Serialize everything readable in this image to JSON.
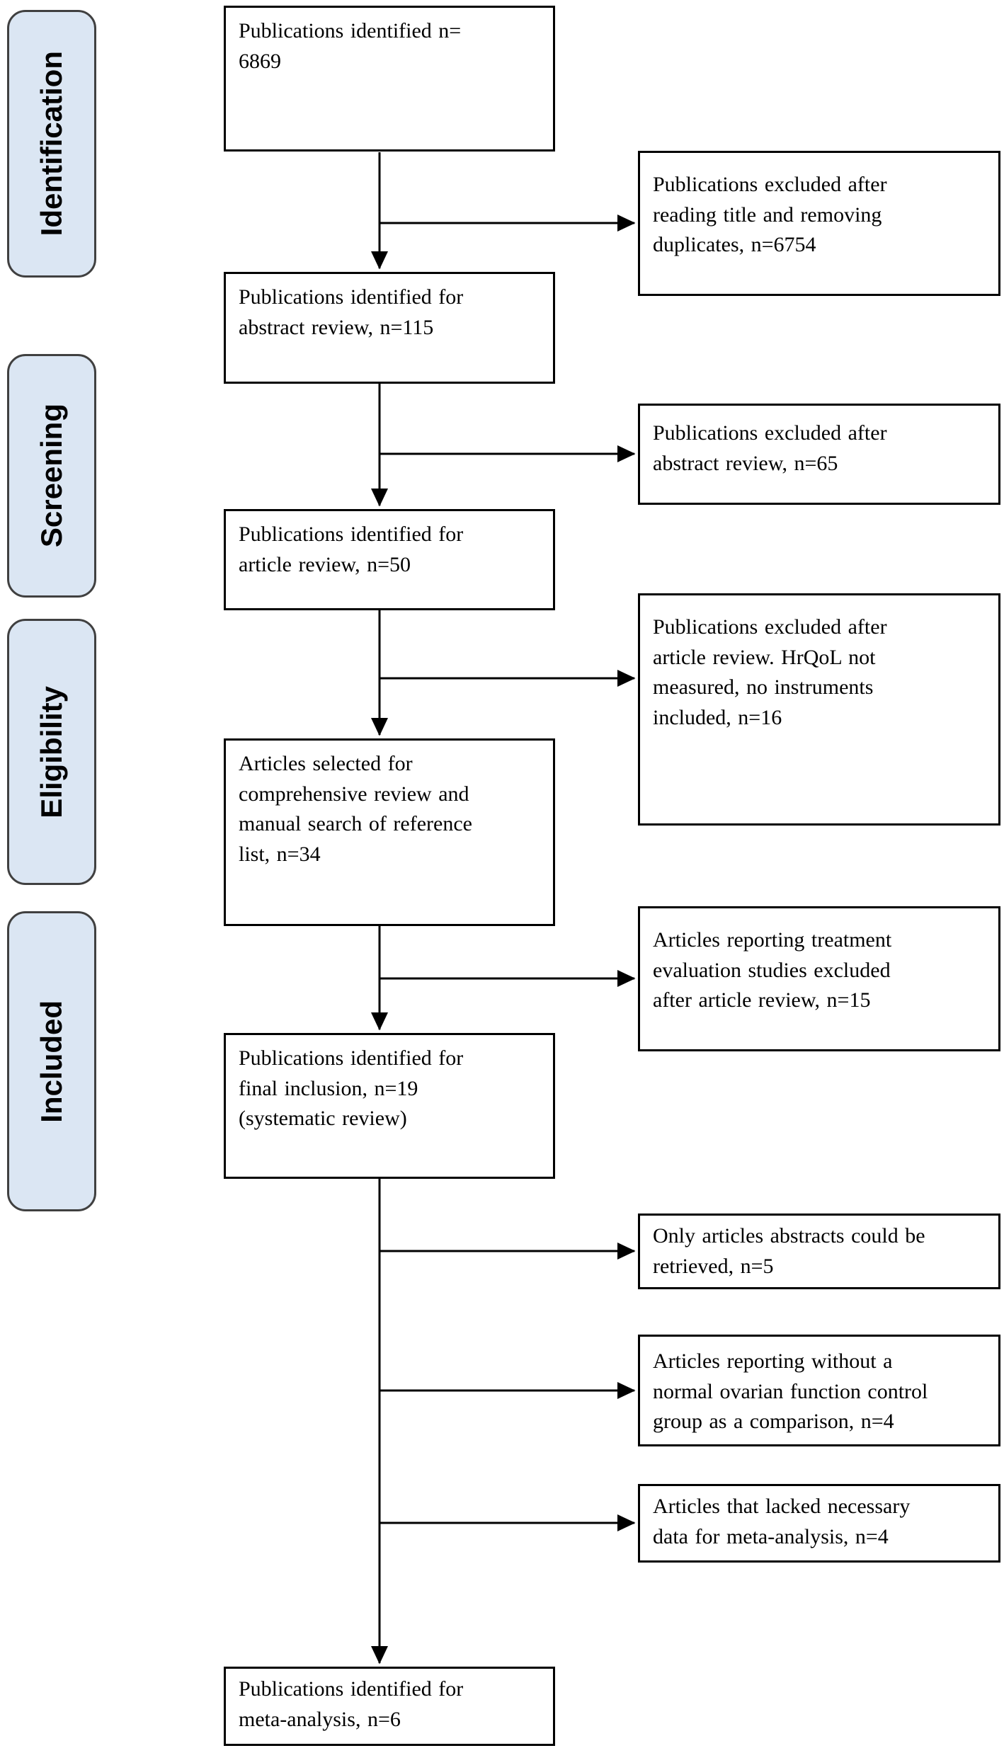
{
  "diagram_type": "prisma-flow-diagram",
  "colors": {
    "stage_fill": "#dbe6f3",
    "stage_border": "#404040",
    "box_border": "#000000",
    "line_color": "#000000",
    "text_color": "#000000",
    "background": "#ffffff"
  },
  "stages": [
    {
      "label": "Identification"
    },
    {
      "label": "Screening"
    },
    {
      "label": "Eligibility"
    },
    {
      "label": "Included"
    }
  ],
  "flow_boxes": [
    {
      "id": "publications-identified",
      "count": 6869,
      "text": "Publications identified n=\n6869"
    },
    {
      "id": "abstract-review",
      "count": 115,
      "text": "Publications identified for\nabstract review, n=115"
    },
    {
      "id": "article-review",
      "count": 50,
      "text": "Publications identified for\narticle review, n=50"
    },
    {
      "id": "comprehensive-review",
      "count": 34,
      "text": "Articles selected for\ncomprehensive review and\nmanual search of reference\nlist, n=34"
    },
    {
      "id": "final-inclusion",
      "count": 19,
      "text": "Publications identified for\nfinal inclusion, n=19\n(systematic review)"
    },
    {
      "id": "meta-analysis",
      "count": 6,
      "text": "Publications identified for\nmeta-analysis, n=6"
    }
  ],
  "exclusion_boxes": [
    {
      "id": "title-duplicates-excluded",
      "count": 6754,
      "text": "Publications excluded after\nreading title and removing\nduplicates, n=6754"
    },
    {
      "id": "abstract-excluded",
      "count": 65,
      "text": "Publications excluded after\nabstract review, n=65"
    },
    {
      "id": "article-excluded-hrqol",
      "count": 16,
      "text": "Publications excluded after\narticle review. HrQoL not\nmeasured, no instruments\nincluded, n=16"
    },
    {
      "id": "treatment-evaluation-excluded",
      "count": 15,
      "text": "Articles reporting treatment\nevaluation studies excluded\nafter article review, n=15"
    },
    {
      "id": "abstracts-only-retrieved",
      "count": 5,
      "text": "Only articles abstracts could be\nretrieved, n=5"
    },
    {
      "id": "no-control-group",
      "count": 4,
      "text": "Articles reporting without a\nnormal ovarian function control\ngroup as a comparison, n=4"
    },
    {
      "id": "lacked-meta-analysis-data",
      "count": 4,
      "text": "Articles that lacked necessary\ndata for meta-analysis, n=4"
    }
  ]
}
